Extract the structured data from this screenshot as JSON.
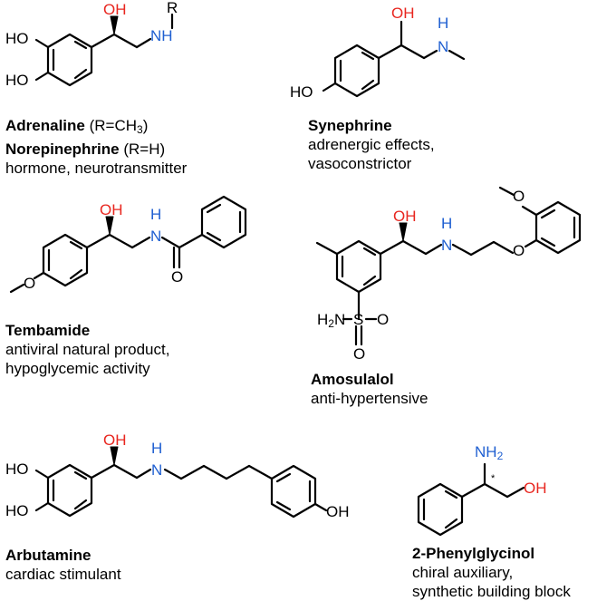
{
  "compounds": {
    "adrenaline": {
      "name1": "Adrenaline",
      "detail1": "(R=CH",
      "detail1_sub": "3",
      "detail1_end": ")",
      "name2": "Norepinephrine",
      "detail2": "(R=H)",
      "desc": "hormone, neurotransmitter",
      "atoms": {
        "ho1": "HO",
        "ho2": "HO",
        "oh": "OH",
        "nh": "NH",
        "r": "R"
      }
    },
    "synephrine": {
      "name": "Synephrine",
      "desc1": "adrenergic effects,",
      "desc2": "vasoconstrictor",
      "atoms": {
        "ho": "HO",
        "oh": "OH",
        "n": "N",
        "h": "H"
      }
    },
    "tembamide": {
      "name": "Tembamide",
      "desc1": "antiviral natural product,",
      "desc2": "hypoglycemic activity",
      "atoms": {
        "o_methoxy": "O",
        "oh": "OH",
        "n": "N",
        "h": "H",
        "o_carbonyl": "O"
      }
    },
    "amosulalol": {
      "name": "Amosulalol",
      "desc": "anti-hypertensive",
      "atoms": {
        "h2n": "H",
        "h2n_sub": "2",
        "h2n_n": "N",
        "s": "S",
        "o1": "O",
        "o2": "O",
        "oh": "OH",
        "n": "N",
        "h": "H",
        "o_ether": "O",
        "o_methoxy": "O"
      }
    },
    "arbutamine": {
      "name": "Arbutamine",
      "desc": "cardiac stimulant",
      "atoms": {
        "ho1": "HO",
        "ho2": "HO",
        "oh": "OH",
        "n": "N",
        "h": "H",
        "oh2": "OH"
      }
    },
    "phenylglycinol": {
      "name": "2-Phenylglycinol",
      "desc1": "chiral auxiliary,",
      "desc2": "synthetic building block",
      "atoms": {
        "nh": "NH",
        "nh_sub": "2",
        "oh": "OH",
        "star": "*"
      }
    }
  }
}
